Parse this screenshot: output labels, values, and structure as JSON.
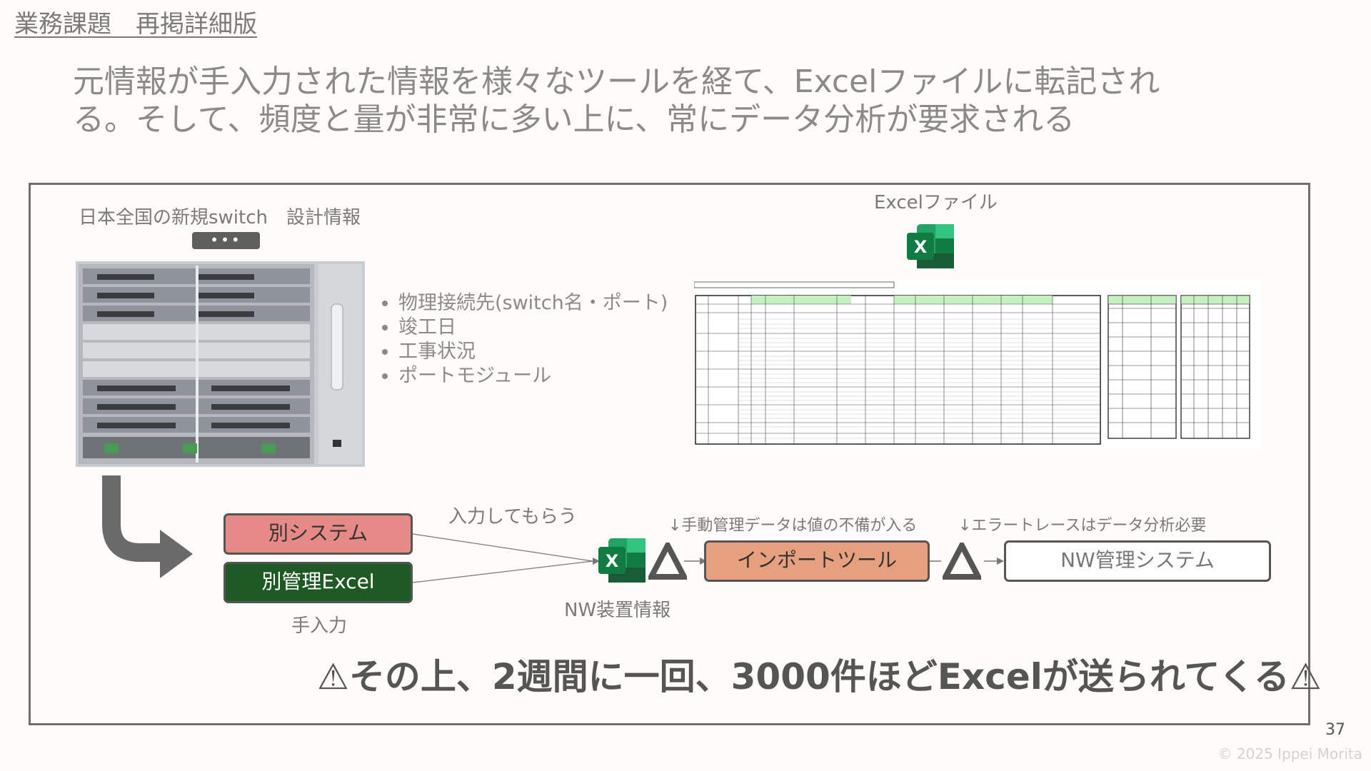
{
  "section_title": "業務課題　再掲詳細版",
  "headline": {
    "line1": "元情報が手入力された情報を様々なツールを経て、Excelファイルに転記され",
    "line2": "る。そして、頻度と量が非常に多い上に、常にデータ分析が要求される"
  },
  "switch_caption": "日本全国の新規switch　設計情報",
  "more_dots": "•••",
  "bullets": [
    "物理接続先(switch名・ポート)",
    "竣工日",
    "工事状況",
    "ポートモジュール"
  ],
  "excel_caption": "Excelファイル",
  "excel_icon_letter": "X",
  "flow": {
    "separate_system": "別システム",
    "separate_excel": "別管理Excel",
    "manual_input": "手入力",
    "have_them_input": "入力してもらう",
    "nw_device_info": "NW装置情報",
    "note_manual_data": "↓手動管理データは値の不備が入る",
    "note_error_trace": "↓エラートレースはデータ分析必要",
    "import_tool": "インポートツール",
    "nw_system": "NW管理システム"
  },
  "warning": "⚠その上、2週間に一回、3000件ほどExcelが送られてくる⚠",
  "page_number": "37",
  "copyright": "© 2025 Ippei Morita",
  "colors": {
    "separate_system_fill": "#e58a86",
    "separate_excel_fill": "#1f5a24",
    "import_tool_fill": "#e6a07e",
    "excel_green": "#107c41",
    "dark_gray": "#555555"
  },
  "icons": {
    "excel": "excel-icon",
    "arrow": "turn-right-arrow-icon",
    "warning": "warning-triangle-icon"
  }
}
